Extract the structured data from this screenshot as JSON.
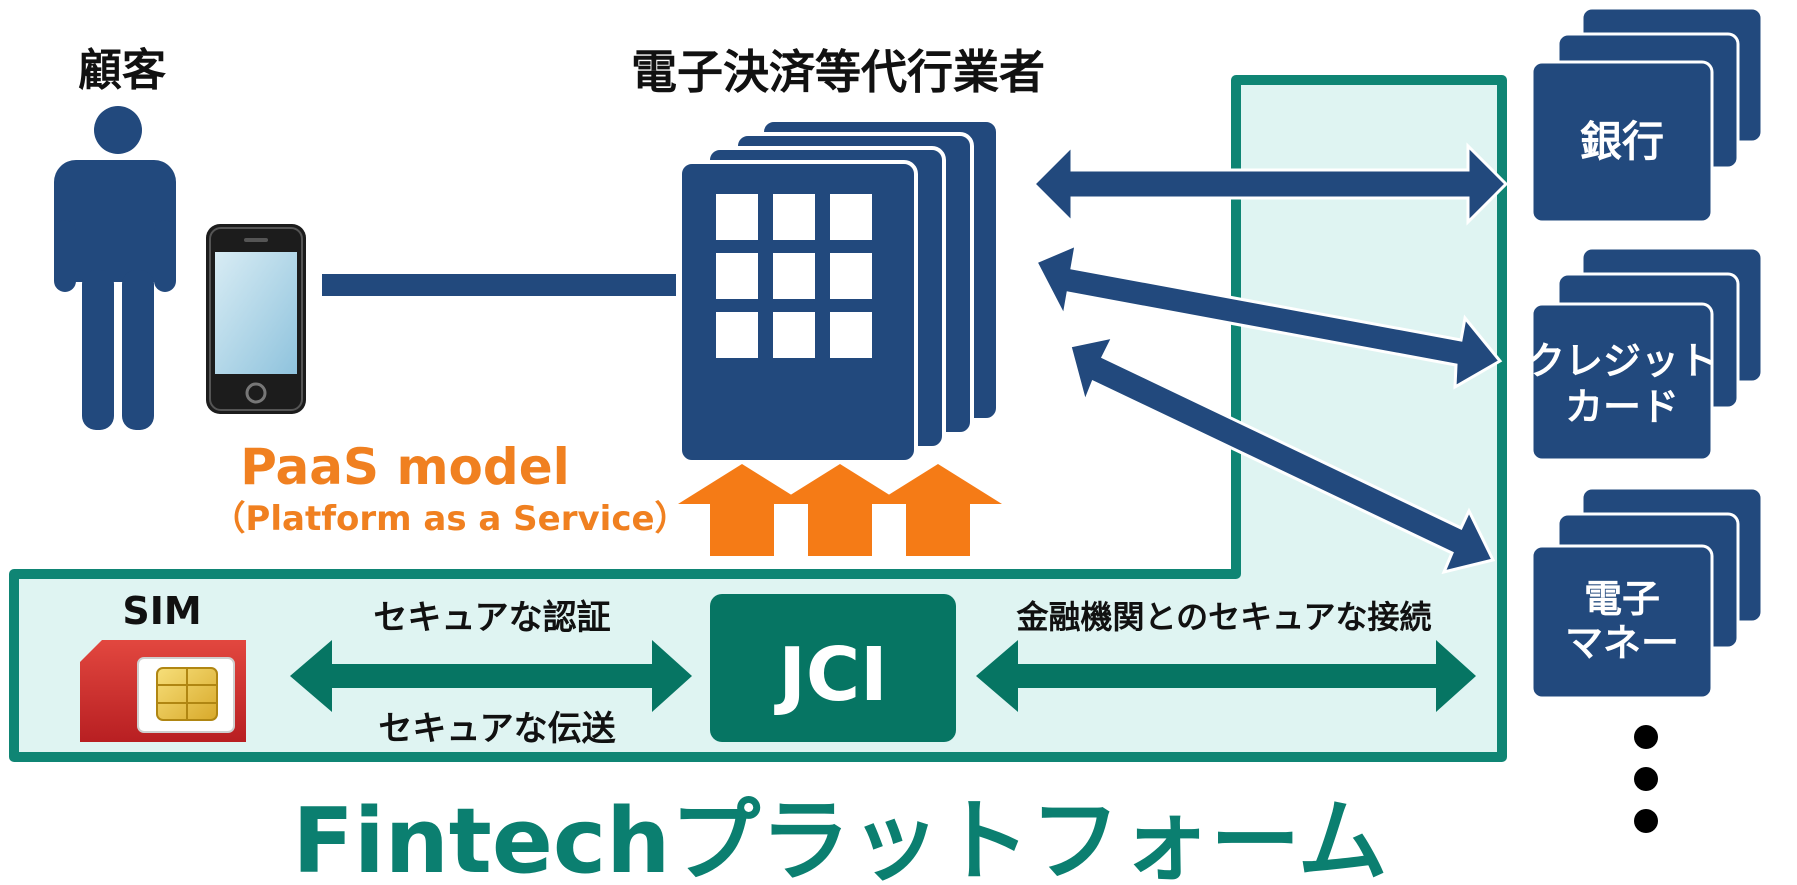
{
  "labels": {
    "customer": "顧客",
    "agent": "電子決済等代行業者",
    "paas_title": "PaaS model",
    "paas_sub": "（Platform as a Service）",
    "sim": "SIM",
    "secure_auth": "セキュアな認証",
    "secure_transfer": "セキュアな伝送",
    "jci": "JCI",
    "secure_connection": "金融機関とのセキュアな接続",
    "platform_title": "Fintechプラットフォーム"
  },
  "institutions": [
    {
      "lines": [
        "銀行"
      ]
    },
    {
      "lines": [
        "クレジット",
        "カード"
      ]
    },
    {
      "lines": [
        "電子",
        "マネー"
      ]
    }
  ],
  "colors": {
    "navy": "#22497d",
    "teal_border": "#0f8574",
    "teal_fill": "#dff4f2",
    "teal_dark": "#067563",
    "orange": "#f57b16",
    "title_green": "#0b7f70"
  },
  "icons": [
    "person-icon",
    "smartphone-icon",
    "building-icon",
    "sim-card-icon",
    "ellipsis-dots-icon"
  ]
}
